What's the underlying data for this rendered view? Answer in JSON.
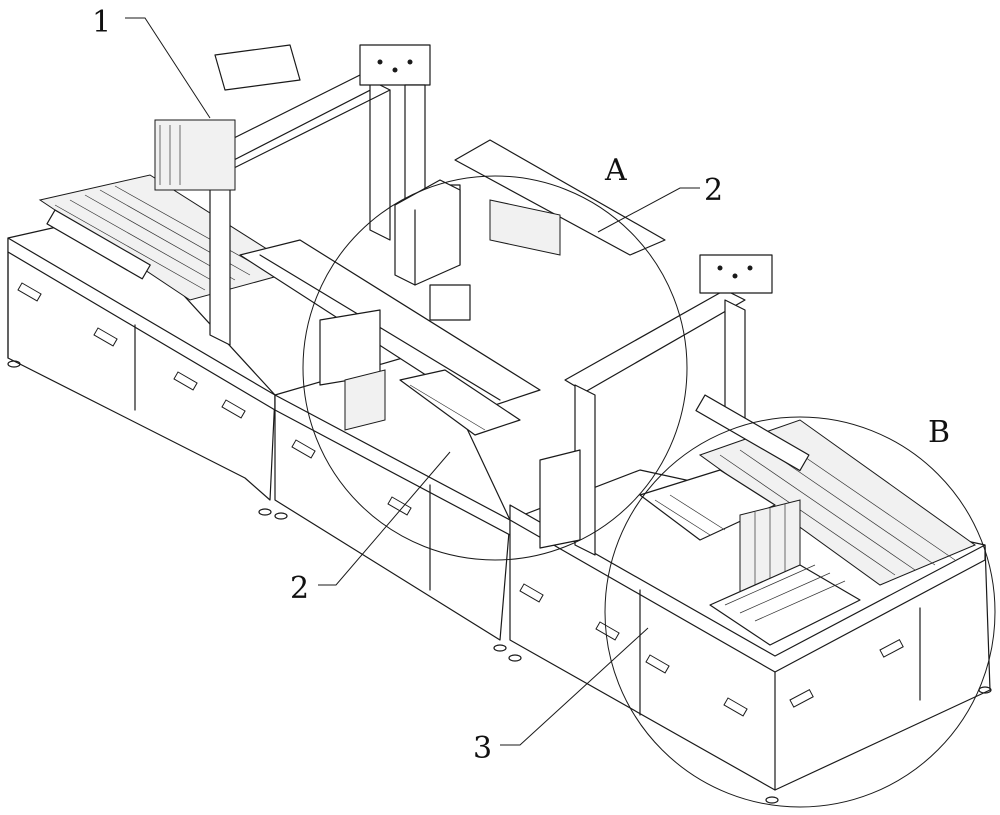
{
  "labels": {
    "part1": "1",
    "part2_top": "2",
    "part2_bottom": "2",
    "part3": "3",
    "detail_a": "A",
    "detail_b": "B"
  },
  "colors": {
    "line": "#1a1a1a",
    "background": "#ffffff"
  }
}
